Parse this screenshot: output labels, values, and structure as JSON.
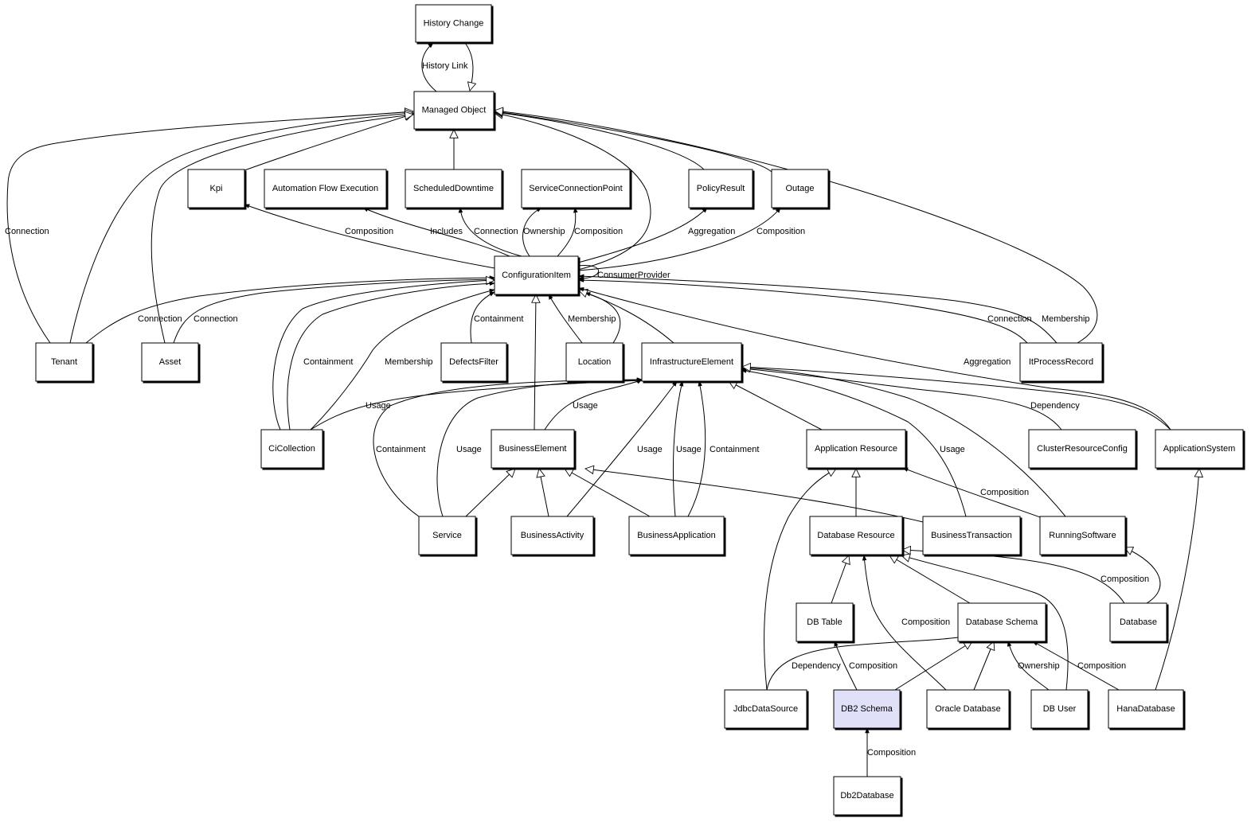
{
  "colors": {
    "node_fill": "#ffffff",
    "highlight_fill": "#e0e0f8",
    "stroke": "#000000"
  },
  "nodes": [
    {
      "id": "history-change",
      "label": "History Change"
    },
    {
      "id": "managed-object",
      "label": "Managed Object"
    },
    {
      "id": "kpi",
      "label": "Kpi"
    },
    {
      "id": "automation-flow-execution",
      "label": "Automation Flow Execution"
    },
    {
      "id": "scheduled-downtime",
      "label": "ScheduledDowntime"
    },
    {
      "id": "service-connection-point",
      "label": "ServiceConnectionPoint"
    },
    {
      "id": "policy-result",
      "label": "PolicyResult"
    },
    {
      "id": "outage",
      "label": "Outage"
    },
    {
      "id": "configuration-item",
      "label": "ConfigurationItem"
    },
    {
      "id": "tenant",
      "label": "Tenant"
    },
    {
      "id": "asset",
      "label": "Asset"
    },
    {
      "id": "defects-filter",
      "label": "DefectsFilter"
    },
    {
      "id": "location",
      "label": "Location"
    },
    {
      "id": "infrastructure-element",
      "label": "InfrastructureElement"
    },
    {
      "id": "it-process-record",
      "label": "ItProcessRecord"
    },
    {
      "id": "ci-collection",
      "label": "CiCollection"
    },
    {
      "id": "business-element",
      "label": "BusinessElement"
    },
    {
      "id": "application-resource",
      "label": "Application Resource"
    },
    {
      "id": "cluster-resource-config",
      "label": "ClusterResourceConfig"
    },
    {
      "id": "application-system",
      "label": "ApplicationSystem"
    },
    {
      "id": "service",
      "label": "Service"
    },
    {
      "id": "business-activity",
      "label": "BusinessActivity"
    },
    {
      "id": "business-application",
      "label": "BusinessApplication"
    },
    {
      "id": "database-resource",
      "label": "Database Resource"
    },
    {
      "id": "business-transaction",
      "label": "BusinessTransaction"
    },
    {
      "id": "running-software",
      "label": "RunningSoftware"
    },
    {
      "id": "db-table",
      "label": "DB Table"
    },
    {
      "id": "database-schema",
      "label": "Database Schema"
    },
    {
      "id": "database",
      "label": "Database"
    },
    {
      "id": "jdbc-data-source",
      "label": "JdbcDataSource"
    },
    {
      "id": "db2-schema",
      "label": "DB2 Schema",
      "highlighted": true
    },
    {
      "id": "oracle-database",
      "label": "Oracle Database"
    },
    {
      "id": "db-user",
      "label": "DB User"
    },
    {
      "id": "hana-database",
      "label": "HanaDatabase"
    },
    {
      "id": "db2database",
      "label": "Db2Database"
    }
  ],
  "edges": [
    {
      "id": "history-link-1",
      "label": "History Link",
      "arrow": "filled"
    },
    {
      "id": "history-link-2",
      "arrow": "hollow"
    },
    {
      "id": "mo-kpi",
      "arrow": "hollow"
    },
    {
      "id": "mo-scheduled",
      "arrow": "hollow"
    },
    {
      "id": "mo-tenant-a",
      "label": "Connection",
      "arrow": "hollow"
    },
    {
      "id": "mo-tenant-b",
      "arrow": "hollow"
    },
    {
      "id": "mo-asset",
      "arrow": "hollow"
    },
    {
      "id": "mo-ci",
      "arrow": "hollow"
    },
    {
      "id": "mo-policy",
      "arrow": "hollow"
    },
    {
      "id": "mo-outage",
      "arrow": "hollow"
    },
    {
      "id": "mo-itpr",
      "arrow": "hollow"
    },
    {
      "id": "ci-kpi",
      "label": "Composition",
      "arrow": "filled"
    },
    {
      "id": "ci-afe",
      "label": "Includes",
      "arrow": "filled"
    },
    {
      "id": "ci-sd",
      "label": "Connection",
      "arrow": "filled"
    },
    {
      "id": "ci-scp-own",
      "label": "Ownership",
      "arrow": "filled"
    },
    {
      "id": "ci-scp-comp",
      "label": "Composition",
      "arrow": "filled"
    },
    {
      "id": "ci-policy",
      "label": "Aggregation",
      "arrow": "filled"
    },
    {
      "id": "ci-outage",
      "label": "Composition",
      "arrow": "filled"
    },
    {
      "id": "ci-self",
      "label": "ConsumerProvider",
      "arrow": "filled"
    },
    {
      "id": "tenant-ci",
      "label": "Connection",
      "arrow": "filled"
    },
    {
      "id": "asset-ci",
      "label": "Connection",
      "arrow": "filled"
    },
    {
      "id": "cic-ci-a",
      "arrow": "hollow"
    },
    {
      "id": "cic-ci-b",
      "label": "Containment",
      "arrow": "filled"
    },
    {
      "id": "cic-ci-c",
      "label": "Membership",
      "arrow": "filled"
    },
    {
      "id": "df-ci",
      "label": "Containment",
      "arrow": "filled"
    },
    {
      "id": "be-ci",
      "arrow": "hollow"
    },
    {
      "id": "loc-ci-a",
      "label": "Membership",
      "arrow": "filled"
    },
    {
      "id": "loc-ci-b",
      "arrow": "filled"
    },
    {
      "id": "ie-ci",
      "arrow": "hollow"
    },
    {
      "id": "itpr-ci-a",
      "label": "Connection",
      "arrow": "filled"
    },
    {
      "id": "itpr-ci-b",
      "label": "Membership",
      "arrow": "filled"
    },
    {
      "id": "as-ci",
      "label": "Aggregation",
      "arrow": "filled"
    },
    {
      "id": "cic-ie",
      "label": "Usage",
      "arrow": "filled"
    },
    {
      "id": "be-ie",
      "label": "Usage",
      "arrow": "filled"
    },
    {
      "id": "svc-ie-a",
      "label": "Containment",
      "arrow": "filled"
    },
    {
      "id": "svc-ie-b",
      "label": "Usage",
      "arrow": "filled"
    },
    {
      "id": "ba-ie",
      "label": "Usage",
      "arrow": "filled"
    },
    {
      "id": "bapp-ie-a",
      "label": "Usage",
      "arrow": "filled"
    },
    {
      "id": "bapp-ie-b",
      "label": "Containment",
      "arrow": "filled"
    },
    {
      "id": "ar-ie",
      "arrow": "hollow"
    },
    {
      "id": "bt-ie",
      "label": "Usage",
      "arrow": "filled"
    },
    {
      "id": "rs-ie",
      "arrow": "hollow"
    },
    {
      "id": "crc-ie",
      "label": "Dependency",
      "arrow": "filled"
    },
    {
      "id": "as-ie",
      "arrow": "hollow"
    },
    {
      "id": "svc-be",
      "arrow": "hollow"
    },
    {
      "id": "ba-be",
      "arrow": "hollow"
    },
    {
      "id": "bapp-be",
      "arrow": "hollow"
    },
    {
      "id": "bt-be",
      "arrow": "hollow"
    },
    {
      "id": "dr-ar",
      "arrow": "hollow"
    },
    {
      "id": "jdbc-ar",
      "arrow": "hollow"
    },
    {
      "id": "rs-ar",
      "label": "Composition",
      "arrow": "filled"
    },
    {
      "id": "dbt-dr",
      "arrow": "hollow"
    },
    {
      "id": "dbs-dr",
      "arrow": "hollow"
    },
    {
      "id": "oracle-dr",
      "label": "Composition",
      "arrow": "filled"
    },
    {
      "id": "dbu-dr",
      "arrow": "hollow"
    },
    {
      "id": "db-dr",
      "arrow": "hollow"
    },
    {
      "id": "db-rs",
      "label": "Composition",
      "arrow": "hollow"
    },
    {
      "id": "jdbc-dbs",
      "label": "Dependency",
      "arrow": "filled"
    },
    {
      "id": "db2s-dbt",
      "label": "Composition",
      "arrow": "filled"
    },
    {
      "id": "db2s-dbs",
      "arrow": "hollow"
    },
    {
      "id": "oracle-dbs",
      "arrow": "hollow"
    },
    {
      "id": "dbu-dbs",
      "label": "Ownership",
      "arrow": "filled"
    },
    {
      "id": "hana-dbs",
      "label": "Composition",
      "arrow": "filled"
    },
    {
      "id": "hana-as",
      "arrow": "hollow"
    },
    {
      "id": "db2db-db2s",
      "label": "Composition",
      "arrow": "filled"
    }
  ]
}
